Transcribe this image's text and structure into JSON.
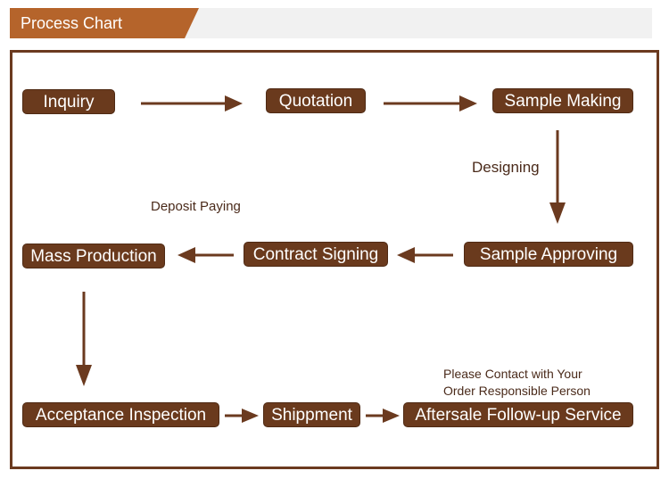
{
  "header": {
    "title": "Process Chart"
  },
  "colors": {
    "box": "#6a3a1d",
    "arrow": "#6b3a1f",
    "header_tab": "#b5642b",
    "frame": "#6b3a1f"
  },
  "steps": {
    "inquiry": "Inquiry",
    "quotation": "Quotation",
    "sample_making": "Sample Making",
    "sample_approving": "Sample Approving",
    "contract_signing": "Contract Signing",
    "mass_production": "Mass Production",
    "acceptance_inspection": "Acceptance Inspection",
    "shippment": "Shippment",
    "aftersale": "Aftersale Follow-up Service"
  },
  "notes": {
    "designing": "Designing",
    "deposit_paying": "Deposit Paying",
    "contact_line1": "Please Contact with Your",
    "contact_line2": "Order Responsible Person"
  }
}
